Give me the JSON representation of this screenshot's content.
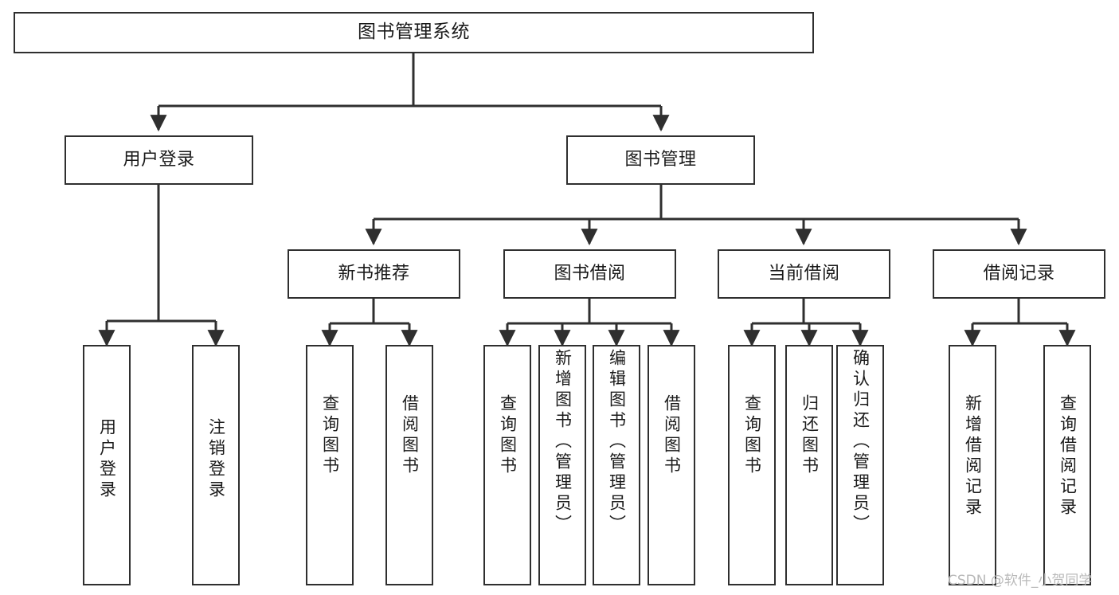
{
  "diagram": {
    "title": "图书管理系统",
    "type": "tree",
    "watermark": "CSDN @软件_小贺同学",
    "colors": {
      "border": "#2f2f2f",
      "background": "#ffffff",
      "text": "#1a1a1a",
      "edge": "#2f2f2f",
      "watermark": "#b9b9b9"
    },
    "nodes": {
      "root": "图书管理系统",
      "level1": [
        "用户登录",
        "图书管理"
      ],
      "level2": [
        "新书推荐",
        "图书借阅",
        "当前借阅",
        "借阅记录"
      ],
      "leaves": {
        "user_login": [
          "用户登录",
          "注销登录"
        ],
        "new_book": [
          "查询图书",
          "借阅图书"
        ],
        "book_borrow": [
          "查询图书",
          "新增图书（管理员）",
          "编辑图书（管理员）",
          "借阅图书"
        ],
        "current_borrow": [
          "查询图书",
          "归还图书",
          "确认归还（管理员）"
        ],
        "borrow_record": [
          "新增借阅记录",
          "查询借阅记录"
        ]
      }
    }
  }
}
